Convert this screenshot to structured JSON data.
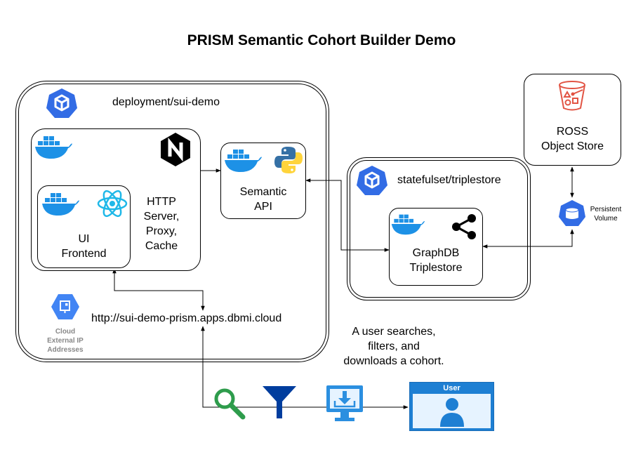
{
  "title": "PRISM Semantic Cohort Builder Demo",
  "deployment": {
    "label": "deployment/sui-demo"
  },
  "nginx": {
    "label_lines": [
      "HTTP",
      "Server,",
      "Proxy,",
      "Cache"
    ]
  },
  "ui_frontend": {
    "label_lines": [
      "UI",
      "Frontend"
    ]
  },
  "semantic_api": {
    "label_lines": [
      "Semantic",
      "API"
    ]
  },
  "statefulset": {
    "label": "statefulset/triplestore"
  },
  "graphdb": {
    "label_lines": [
      "GraphDB",
      "Triplestore"
    ]
  },
  "ross": {
    "label_lines": [
      "ROSS",
      "Object Store"
    ]
  },
  "persistent_volume": {
    "label_lines": [
      "Persistent",
      "Volume"
    ]
  },
  "cloud_ip": {
    "label_lines": [
      "Cloud",
      "External IP",
      "Addresses"
    ]
  },
  "url": {
    "text": "http://sui-demo-prism.apps.dbmi.cloud"
  },
  "user_caption": {
    "lines": [
      "A user searches,",
      "filters, and",
      "downloads a cohort."
    ]
  },
  "user_card": {
    "label": "User"
  },
  "icons": [
    "kubernetes-icon",
    "docker-icon",
    "nginx-icon",
    "react-icon",
    "python-icon",
    "graph-share-icon",
    "s3-bucket-icon",
    "persistent-volume-icon",
    "cloud-ip-icon",
    "search-icon",
    "filter-icon",
    "download-icon",
    "user-icon"
  ],
  "colors": {
    "kubernetes": "#326CE5",
    "docker": "#1D91E6",
    "react": "#1FB8E8",
    "python_blue": "#3570A5",
    "python_yellow": "#FFD43B",
    "s3": "#E25444",
    "gcp": "#4285F4",
    "search": "#2E9C4C",
    "filter": "#003D9E",
    "user_card": "#1E7FD3"
  }
}
